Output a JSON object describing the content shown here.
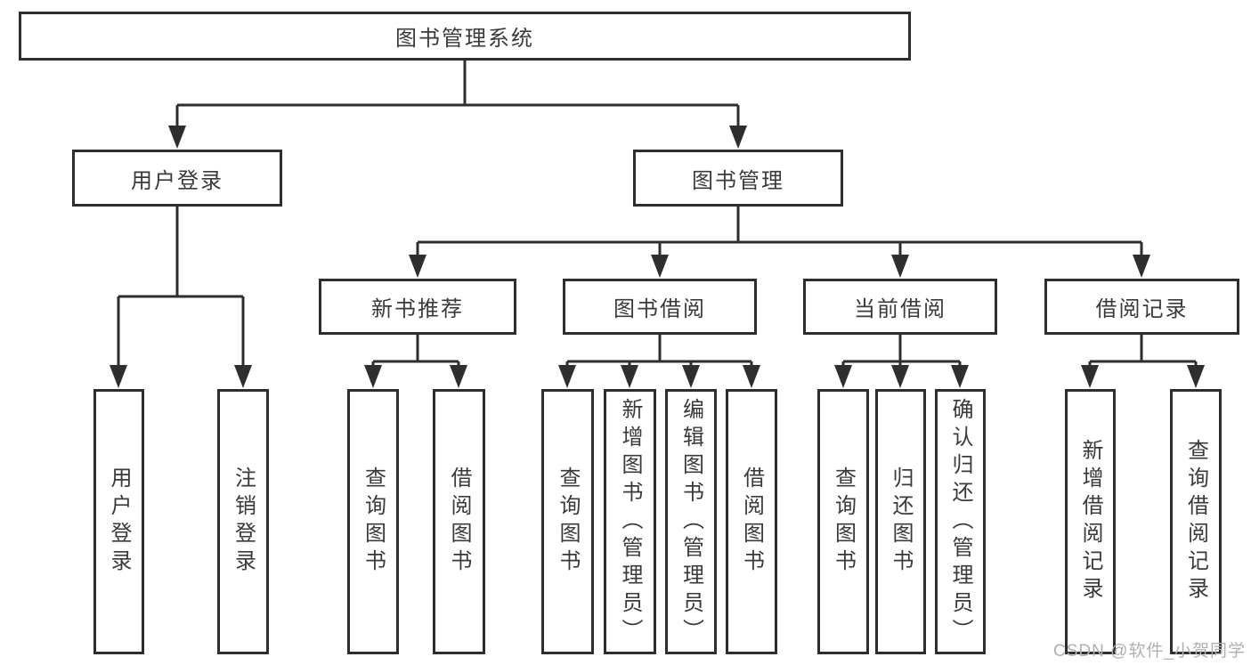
{
  "diagram": {
    "title": "图书管理系统",
    "root": "图书管理系统",
    "branches": {
      "user_login": "用户登录",
      "book_mgmt": "图书管理"
    },
    "modules": {
      "new_book": "新书推荐",
      "book_borrow": "图书借阅",
      "current_borrow": "当前借阅",
      "borrow_record": "借阅记录"
    },
    "leaves": {
      "login": "用户登录",
      "logout": "注销登录",
      "nb_query": "查询图书",
      "nb_borrow": "借阅图书",
      "bb_query": "查询图书",
      "bb_add": "新增图书（管理员）",
      "bb_edit": "编辑图书（管理员）",
      "bb_borrow": "借阅图书",
      "cb_query": "查询图书",
      "cb_return": "归还图书",
      "cb_confirm": "确认归还（管理员）",
      "br_add": "新增借阅记录",
      "br_query": "查询借阅记录"
    }
  },
  "watermark": "CSDN @软件_小贺同学",
  "colors": {
    "line": "#2e2e2e",
    "border": "#2e2e2e",
    "text": "#3a3a3a",
    "watermark": "#b0b0b0",
    "background": "#ffffff"
  }
}
